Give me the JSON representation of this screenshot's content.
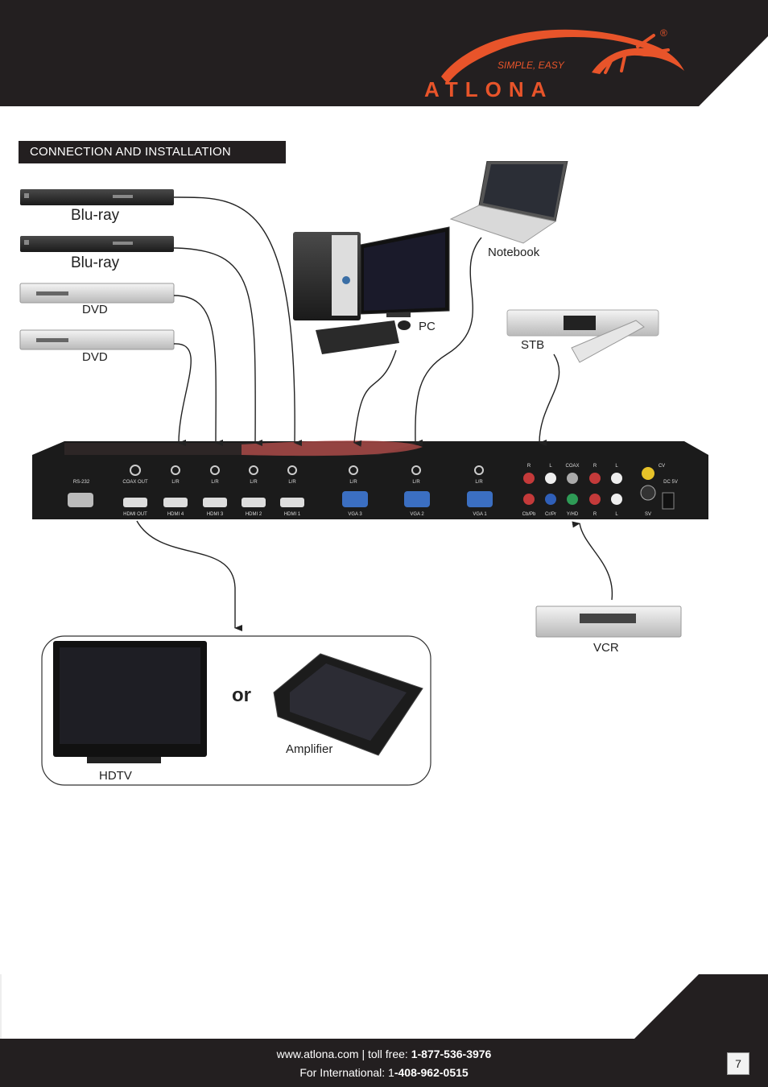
{
  "header": {
    "brand": "ATLONA",
    "tagline": "SIMPLE, EASY",
    "registered": "®",
    "colors": {
      "bar": "#231f20",
      "accent": "#e8542a"
    }
  },
  "section_title": "CONNECTION AND INSTALLATION",
  "sources": {
    "bluray1": "Blu-ray",
    "bluray2": "Blu-ray",
    "dvd1": "DVD",
    "dvd2": "DVD",
    "pc": "PC",
    "notebook": "Notebook",
    "stb": "STB",
    "vcr": "VCR"
  },
  "outputs": {
    "hdtv": "HDTV",
    "amplifier": "Amplifier",
    "or": "or"
  },
  "device_panel": {
    "ports": {
      "rs232": "RS-232",
      "coax_out": "COAX OUT",
      "hdmi_out": "HDMI OUT",
      "hdmi4": "HDMI 4",
      "hdmi3": "HDMI 3",
      "hdmi2": "HDMI 2",
      "hdmi1": "HDMI 1",
      "vga3": "VGA 3",
      "vga2": "VGA 2",
      "vga1": "VGA 1",
      "lr": "L/R",
      "r": "R",
      "l": "L",
      "coax": "COAX",
      "cv": "CV",
      "dc5v": "DC 5V",
      "sv": "SV",
      "cb_pb": "Cb/Pb",
      "cr_pr": "Cr/Pr",
      "y_hd": "Y/HD"
    }
  },
  "footer": {
    "website": "www.atlona.com",
    "separator": " | toll free: ",
    "toll_free": "1-877-536-3976",
    "intl_label": "For International: 1",
    "intl_number": "-408-962-0515",
    "page_number": "7"
  }
}
